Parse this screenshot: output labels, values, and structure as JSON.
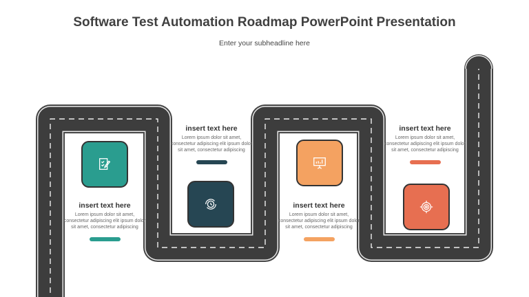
{
  "title": "Software Test Automation Roadmap PowerPoint Presentation",
  "subtitle": "Enter your subheadline here",
  "steps": [
    {
      "heading": "insert text here",
      "body": "Lorem ipsum dolor sit amet, consectetur adipiscing elit ipsum dolor sit amet, consectetur adipiscing",
      "color": "#2a9d8f",
      "icon": "checklist-pen-icon"
    },
    {
      "heading": "insert text here",
      "body": "Lorem ipsum dolor sit amet, consectetur adipiscing elit ipsum dolor sit amet, consectetur adipiscing",
      "color": "#264653",
      "icon": "clock-cycle-icon"
    },
    {
      "heading": "insert text here",
      "body": "Lorem ipsum dolor sit amet, consectetur adipiscing elit ipsum dolor sit amet, consectetur adipiscing",
      "color": "#f4a261",
      "icon": "presentation-chart-icon"
    },
    {
      "heading": "insert text here",
      "body": "Lorem ipsum dolor sit amet, consectetur adipiscing elit ipsum dolor sit amet, consectetur adipiscing",
      "color": "#e76f51",
      "icon": "target-icon"
    }
  ],
  "road_color": "#3d3d3d"
}
